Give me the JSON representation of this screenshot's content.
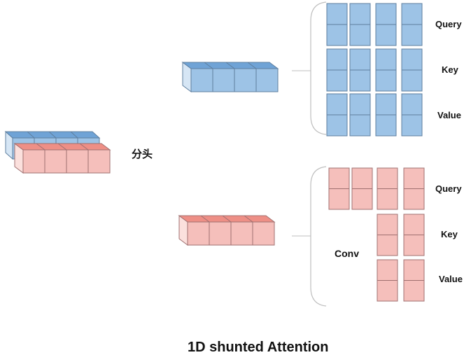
{
  "colors": {
    "blue_front": "#9dc3e6",
    "blue_top": "#6fa3d6",
    "blue_side": "#d6e6f5",
    "red_front": "#f5bfbb",
    "red_top": "#ee8f86",
    "red_side": "#fbe0dd",
    "stroke_blue": "#5f7f9f",
    "stroke_red": "#a07070",
    "bracket": "#bfbfbf"
  },
  "labels": {
    "split": "分头",
    "conv": "Conv",
    "title": "1D shunted Attention"
  },
  "top_branch": {
    "query": "Query",
    "key": "Key",
    "value": "Value"
  },
  "bottom_branch": {
    "query": "Query",
    "key": "Key",
    "value": "Value"
  }
}
